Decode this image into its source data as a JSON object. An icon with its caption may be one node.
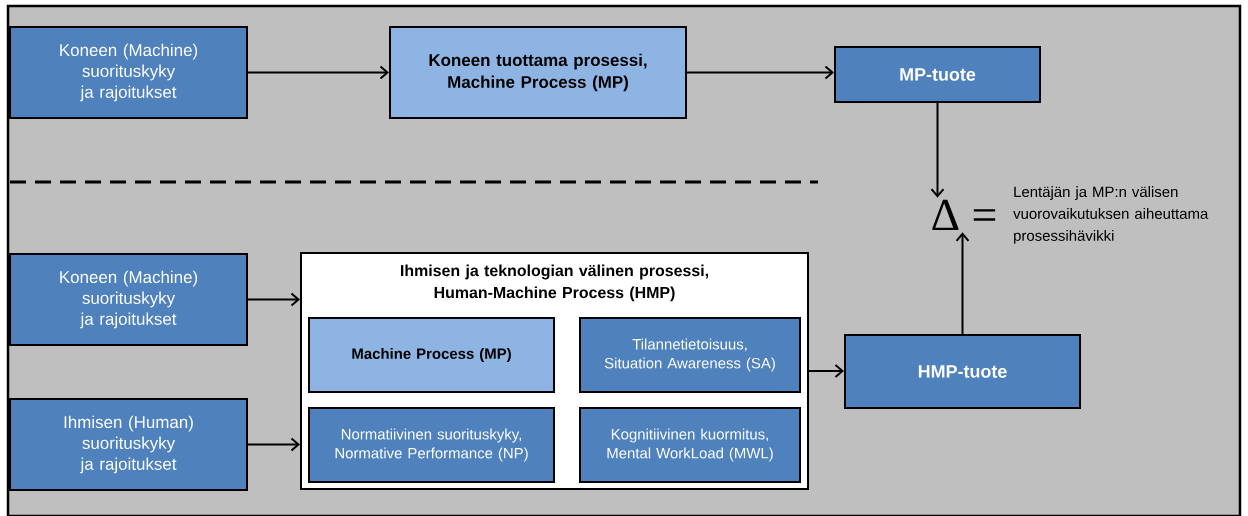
{
  "diagram": {
    "nodes": [
      {
        "text": [
          "Koneen (Machine) suorituskyky ja rajoitukset"
        ]
      },
      {
        "text": [
          "Koneen tuottama prosessi, Machine Process (MP)"
        ]
      },
      {
        "text": [
          "MP-tuote"
        ]
      },
      {
        "text": [
          "Δ ="
        ],
        "beside": [
          "Lentäjän ja MP:n välisen vuorovaikutuksen aiheuttama prosessihävikki"
        ]
      },
      {
        "text": [
          "Koneen (Machine) suorituskyky ja rajoitukset"
        ]
      },
      {
        "text": [
          "Ihmisen ja teknologian välinen prosessi, Human-Machine Process (HMP)"
        ]
      },
      {
        "text": [
          "Machine Process (MP)"
        ],
        "in": 5
      },
      {
        "text": [
          "Tilannetietoisuus, Situation Awareness (SA)"
        ],
        "in": 5
      },
      {
        "text": [
          "Normatiivinen suorituskyky, Normative Performance (NP)"
        ],
        "in": 5
      },
      {
        "text": [
          "Kognitiivinen kuormitus, Mental WorkLoad (MWL)"
        ],
        "in": 5
      },
      {
        "text": [
          "HMP-tuote"
        ]
      },
      {
        "text": [
          "Ihmisen (Human) suorituskyky ja rajoitukset"
        ]
      }
    ],
    "edges": [
      {
        "from": 0,
        "to": 1,
        "arrow": "to"
      },
      {
        "from": 1,
        "to": 2,
        "arrow": "to"
      },
      {
        "from": 2,
        "to": 3,
        "arrow": "to"
      },
      {
        "from": 4,
        "to": 5,
        "arrow": "to"
      },
      {
        "from": 11,
        "to": 5,
        "arrow": "to"
      },
      {
        "from": 5,
        "to": 10,
        "arrow": "to"
      },
      {
        "from": 10,
        "to": 3,
        "arrow": "to"
      }
    ]
  }
}
